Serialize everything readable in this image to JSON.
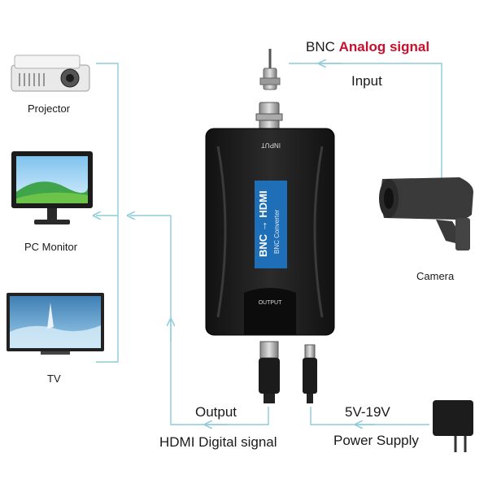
{
  "labels": {
    "projector": "Projector",
    "pc_monitor": "PC Monitor",
    "tv": "TV",
    "camera": "Camera",
    "bnc_prefix": "BNC",
    "bnc_analog": "Analog signal",
    "input": "Input",
    "output": "Output",
    "hdmi_digital": "HDMI Digital signal",
    "voltage": "5V-19V",
    "power_supply": "Power Supply"
  },
  "device": {
    "top_label": "INPUT",
    "title": "BNC → HDMI",
    "subtitle": "BNC Converter",
    "bottom_label": "OUTPUT"
  },
  "colors": {
    "arrow_line": "#8ecbd8",
    "accent_red": "#c8102e",
    "device_body": "#1c1c1c",
    "device_stripe": "#1f6fb8"
  },
  "icons": [
    "projector-icon",
    "monitor-icon",
    "tv-icon",
    "camera-icon",
    "bnc-plug-icon",
    "hdmi-plug-icon",
    "dc-plug-icon",
    "power-adapter-icon"
  ]
}
